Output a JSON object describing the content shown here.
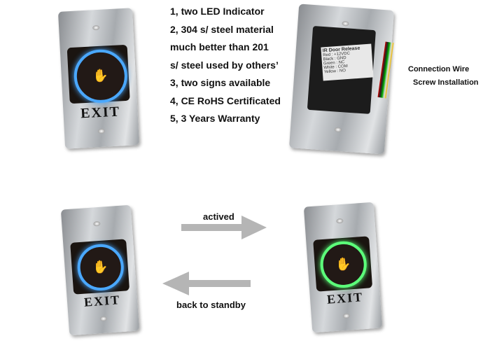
{
  "specs": [
    "1, two LED Indicator",
    "2, 304 s/ steel material",
    "much better than 201",
    "s/ steel used by others’",
    "3, two signs available",
    "4, CE  RoHS Certificated",
    "5, 3 Years Warranty"
  ],
  "captions": {
    "connection": "Connection Wire",
    "screw": "Screw Installation"
  },
  "back_label": {
    "title": "IR Door Release",
    "rows": [
      "Red : +12VDC",
      "Black : GND",
      "Green : NC",
      "White : COM",
      "Yellow : NO"
    ]
  },
  "exit_text": "EXIT",
  "arrows": {
    "activated": "actived",
    "standby": "back to standby"
  },
  "colors": {
    "standby_ring": "#4aa8ff",
    "active_ring": "#5cff7a"
  }
}
